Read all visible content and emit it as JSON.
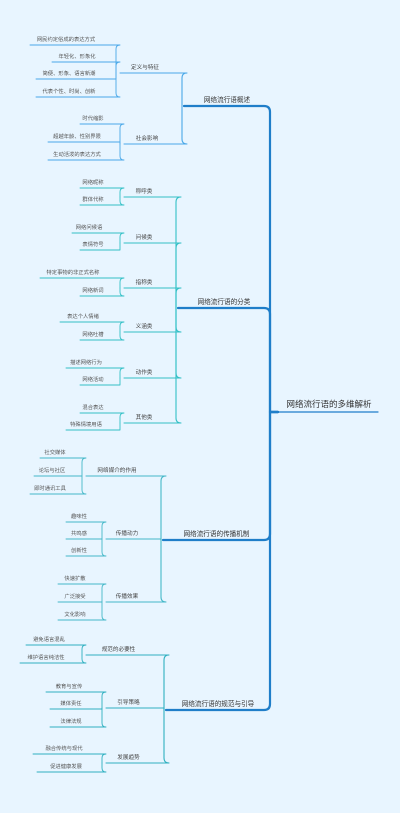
{
  "mindmap": {
    "root": "网络流行语的多维解析",
    "branches": [
      {
        "label": "网络流行语概述",
        "children": [
          {
            "label": "定义与特征",
            "children": [
              "网民约定俗成的表达方式",
              "年轻化、形象化",
              "简便、形象、语言新潮",
              "代表个性、时尚、创新"
            ]
          },
          {
            "label": "社会影响",
            "children": [
              "时代缩影",
              "超越年龄、性别界限",
              "生动活泼的表达方式"
            ]
          }
        ]
      },
      {
        "label": "网络流行语的分类",
        "children": [
          {
            "label": "称呼类",
            "children": [
              "网络昵称",
              "群体代称"
            ]
          },
          {
            "label": "问候类",
            "children": [
              "网络问候语",
              "表情符号"
            ]
          },
          {
            "label": "指称类",
            "children": [
              "特定事物的非正式名称",
              "网络新词"
            ]
          },
          {
            "label": "义涵类",
            "children": [
              "表达个人情绪",
              "网络吐槽"
            ]
          },
          {
            "label": "动作类",
            "children": [
              "描述网络行为",
              "网络活动"
            ]
          },
          {
            "label": "其他类",
            "children": [
              "混合表达",
              "特殊情境用语"
            ]
          }
        ]
      },
      {
        "label": "网络流行语的传播机制",
        "children": [
          {
            "label": "网络媒介的作用",
            "children": [
              "社交媒体",
              "论坛与社区",
              "即时通讯工具"
            ]
          },
          {
            "label": "传播动力",
            "children": [
              "趣味性",
              "共鸣感",
              "创新性"
            ]
          },
          {
            "label": "传播效果",
            "children": [
              "快速扩散",
              "广泛接受",
              "文化影响"
            ]
          }
        ]
      },
      {
        "label": "网络流行语的规范与引导",
        "children": [
          {
            "label": "规范的必要性",
            "children": [
              "避免语言混乱",
              "维护语言纯洁性"
            ]
          },
          {
            "label": "引导策略",
            "children": [
              "教育与宣传",
              "媒体责任",
              "法律法规"
            ]
          },
          {
            "label": "发展趋势",
            "children": [
              "融合传统与现代",
              "促进健康发展"
            ]
          }
        ]
      }
    ]
  }
}
